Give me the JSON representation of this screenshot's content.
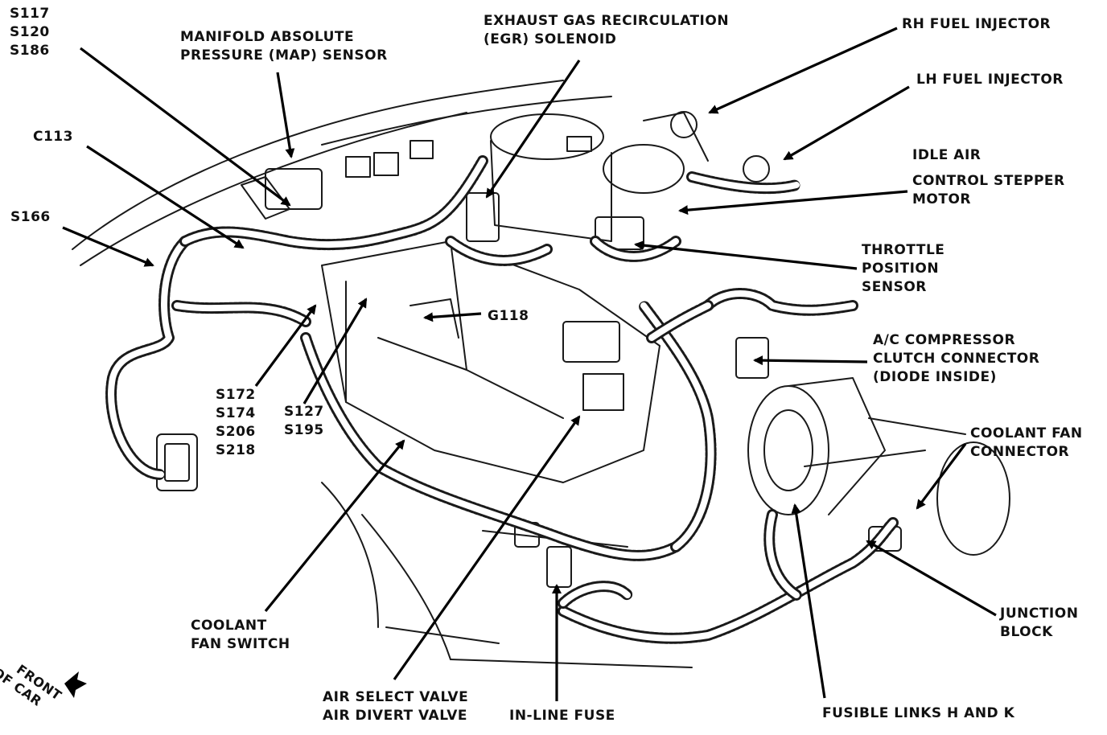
{
  "labels": {
    "splices_top_left": [
      "S117",
      "S120",
      "S186"
    ],
    "map_sensor": [
      "MANIFOLD ABSOLUTE",
      "PRESSURE (MAP) SENSOR"
    ],
    "egr_solenoid": [
      "EXHAUST GAS RECIRCULATION",
      "(EGR) SOLENOID"
    ],
    "rh_injector": [
      "RH FUEL INJECTOR"
    ],
    "lh_injector": [
      "LH FUEL INJECTOR"
    ],
    "c113": [
      "C113"
    ],
    "idle_air": [
      "IDLE AIR",
      "CONTROL STEPPER",
      "MOTOR"
    ],
    "s166": [
      "S166"
    ],
    "throttle_sensor": [
      "THROTTLE",
      "POSITION",
      "SENSOR"
    ],
    "g118": [
      "G118"
    ],
    "ac_compressor": [
      "A/C COMPRESSOR",
      "CLUTCH CONNECTOR",
      "(DIODE INSIDE)"
    ],
    "splices_center": [
      "S172",
      "S174",
      "S206",
      "S218"
    ],
    "splices_s127": [
      "S127",
      "S195"
    ],
    "coolant_fan_connector": [
      "COOLANT FAN",
      "CONNECTOR"
    ],
    "coolant_fan_switch": [
      "COOLANT",
      "FAN SWITCH"
    ],
    "junction_block": [
      "JUNCTION",
      "BLOCK"
    ],
    "air_valve": [
      "AIR SELECT VALVE",
      "AIR DIVERT VALVE"
    ],
    "inline_fuse": [
      "IN-LINE FUSE"
    ],
    "fusible_links": [
      "FUSIBLE LINKS H AND K"
    ],
    "front_of_car": [
      "FRONT",
      "OF CAR"
    ]
  },
  "icons": {
    "direction": "front-arrow-icon"
  },
  "colors": {
    "ink": "#111111",
    "paper": "#ffffff"
  }
}
